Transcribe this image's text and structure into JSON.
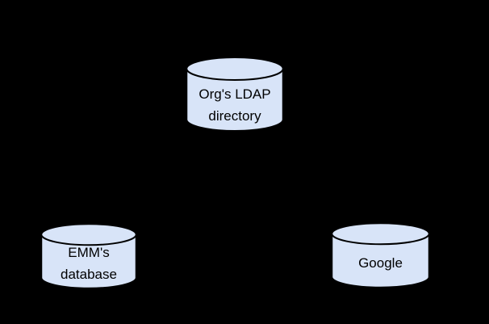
{
  "canvas": {
    "background": "#000000"
  },
  "diagram": {
    "type": "database-cylinder-diagram",
    "colors": {
      "cylinder_fill": "#d8e4f8",
      "cylinder_stroke": "#000000",
      "label_text": "#000000"
    },
    "nodes": [
      {
        "id": "orgs-ldap-directory",
        "lines": [
          "Org's LDAP",
          "directory"
        ]
      },
      {
        "id": "emms-database",
        "lines": [
          "EMM's",
          "database"
        ]
      },
      {
        "id": "google",
        "lines": [
          "Google"
        ]
      }
    ]
  }
}
